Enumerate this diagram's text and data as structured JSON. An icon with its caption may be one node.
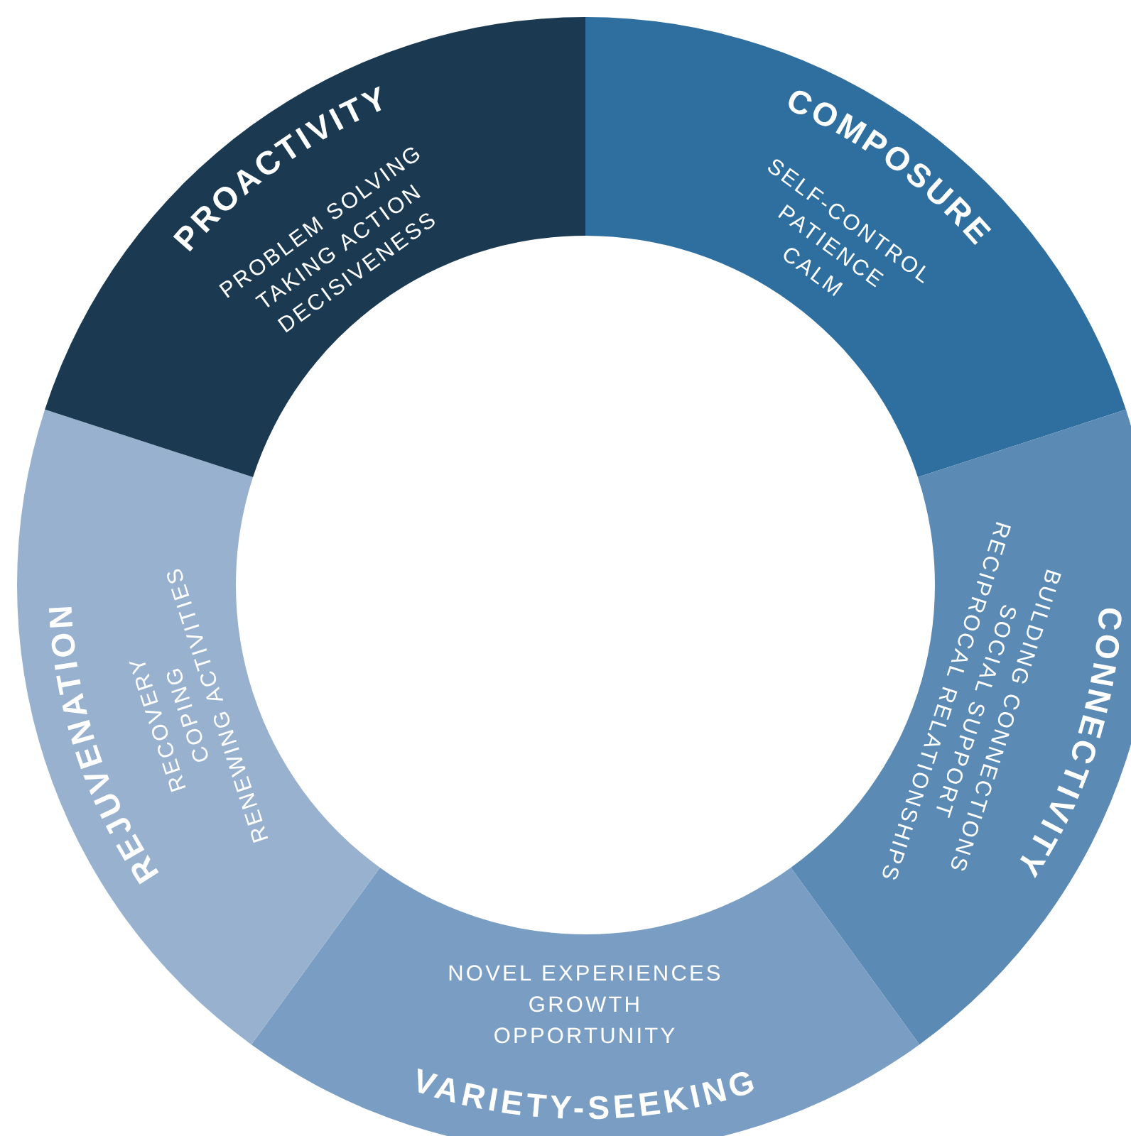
{
  "diagram": {
    "nodes": [
      {
        "text": [
          "COMPOSURE",
          "SELF-CONTROL",
          "PATIENCE",
          "CALM"
        ]
      },
      {
        "text": [
          "CONNECTIVITY",
          "BUILDING CONNECTIONS",
          "SOCIAL SUPPORT",
          "RECIPROCAL RELATIONSHIPS"
        ]
      },
      {
        "text": [
          "NOVEL EXPERIENCES",
          "GROWTH",
          "OPPORTUNITY",
          "VARIETY-SEEKING"
        ]
      },
      {
        "text": [
          "REJUVENATION",
          "RECOVERY",
          "COPING",
          "RENEWING ACTIVITIES"
        ]
      },
      {
        "text": [
          "PROACTIVITY",
          "PROBLEM SOLVING",
          "TAKING ACTION",
          "DECISIVENESS"
        ]
      }
    ]
  }
}
